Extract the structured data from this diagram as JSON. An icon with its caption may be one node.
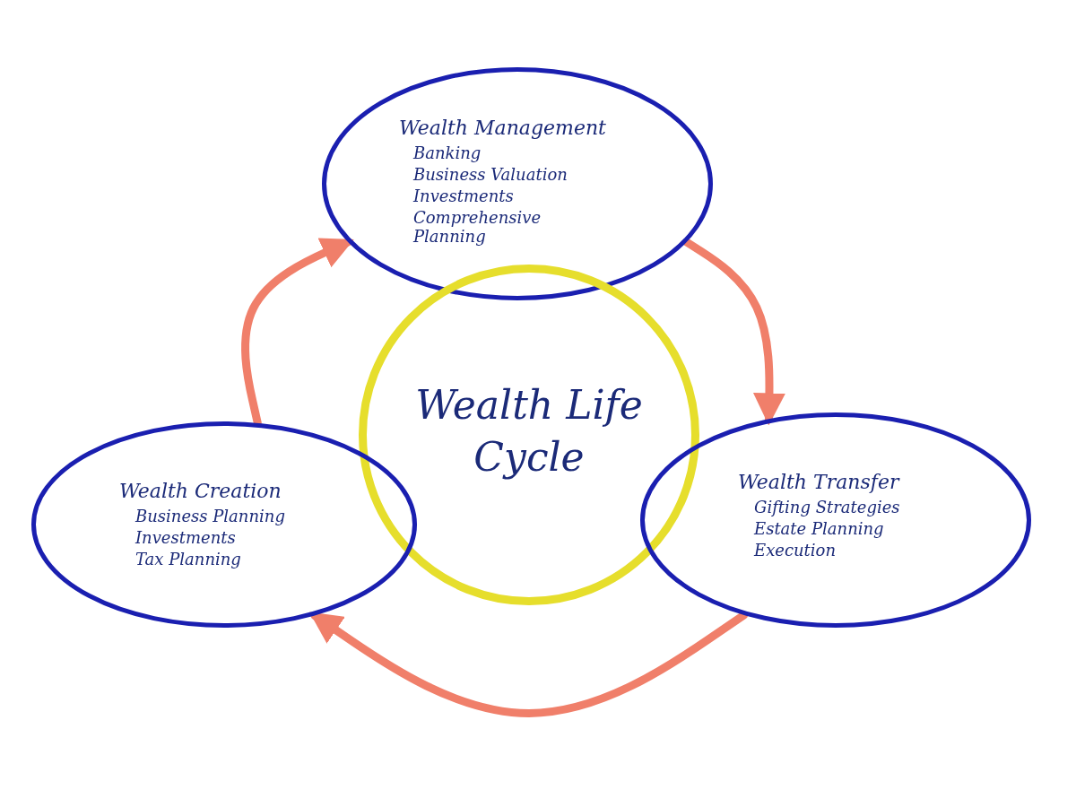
{
  "diagram": {
    "nodes": [
      {
        "text": [
          "Wealth Management",
          "Banking",
          "Business Valuation",
          "Investments",
          "Comprehensive Planning"
        ]
      },
      {
        "text": [
          "Wealth Life Cycle"
        ]
      },
      {
        "text": [
          "Wealth Creation",
          "Business Planning",
          "Investments",
          "Tax Planning"
        ]
      },
      {
        "text": [
          "Wealth Transfer",
          "Gifting Strategies",
          "Estate Planning",
          "Execution"
        ]
      }
    ],
    "edges": [
      {
        "from": 2,
        "to": 0,
        "arrow": "to"
      },
      {
        "from": 0,
        "to": 3,
        "arrow": "to"
      },
      {
        "from": 3,
        "to": 2,
        "arrow": "to"
      }
    ]
  }
}
